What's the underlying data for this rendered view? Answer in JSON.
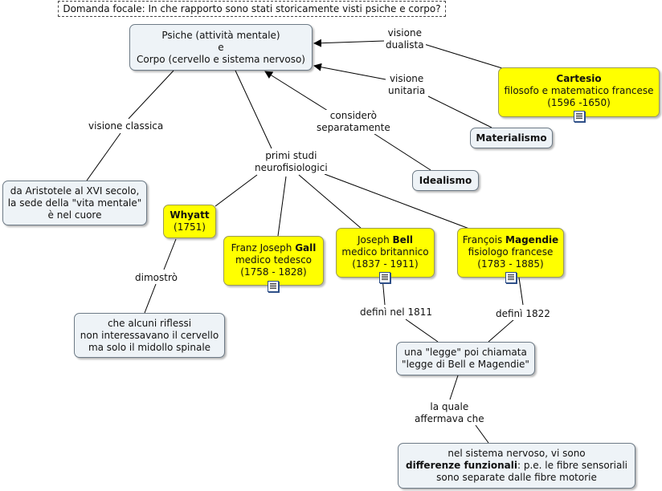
{
  "focal_question": "Domanda focale: In che rapporto sono stati storicamente visti psiche e corpo?",
  "nodes": {
    "psiche": {
      "lines": [
        "Psiche (attività mentale)",
        "e",
        "Corpo (cervello e sistema nervoso)"
      ]
    },
    "cartesio": {
      "title": "Cartesio",
      "lines": [
        "filosofo e matematico francese",
        "(1596 -1650)"
      ],
      "color": "#ffff00"
    },
    "materialismo": {
      "title": "Materialismo"
    },
    "idealismo": {
      "title": "Idealismo"
    },
    "aristotele": {
      "lines": [
        "da Aristotele al XVI secolo,",
        "la sede della \"vita mentale\"",
        "è nel cuore"
      ]
    },
    "whyatt": {
      "title": "Whyatt",
      "lines": [
        "(1751)"
      ],
      "color": "#ffff00"
    },
    "gall": {
      "prefix": "Franz Joseph ",
      "title": "Gall",
      "lines": [
        "medico tedesco",
        "(1758 - 1828)"
      ],
      "color": "#ffff00"
    },
    "bell": {
      "prefix": "Joseph ",
      "title": "Bell",
      "lines": [
        "medico britannico",
        "(1837 - 1911)"
      ],
      "color": "#ffff00"
    },
    "magendie": {
      "prefix": "François ",
      "title": "Magendie",
      "lines": [
        "fisiologo francese",
        "(1783 - 1885)"
      ],
      "color": "#ffff00"
    },
    "riflessi": {
      "lines": [
        "che alcuni riflessi",
        "non interessavano il cervello",
        "ma solo il midollo spinale"
      ]
    },
    "legge": {
      "lines": [
        "una \"legge\" poi chiamata",
        "\"legge di Bell e Magendie\""
      ]
    },
    "differenze": {
      "line1": "nel sistema nervoso, vi sono",
      "bold": "differenze funzionali",
      "rest": ": p.e. le fibre sensoriali",
      "line3": "sono separate dalle fibre motorie"
    }
  },
  "links": {
    "dualista": [
      "visione",
      "dualista"
    ],
    "unitaria": [
      "visione",
      "unitaria"
    ],
    "separatamente": [
      "considerò",
      "separatamente"
    ],
    "classica": [
      "visione classica"
    ],
    "primi_studi": [
      "primi studi",
      "neurofisiologici"
    ],
    "dimostro": [
      "dimostrò"
    ],
    "definì_1811": [
      "definì nel 1811"
    ],
    "definì_1822": [
      "definì 1822"
    ],
    "la_quale": [
      "la quale",
      "affermava che"
    ]
  },
  "colors": {
    "node_fill": "#eef3f7",
    "highlight": "#ffff00",
    "line": "#000000"
  }
}
